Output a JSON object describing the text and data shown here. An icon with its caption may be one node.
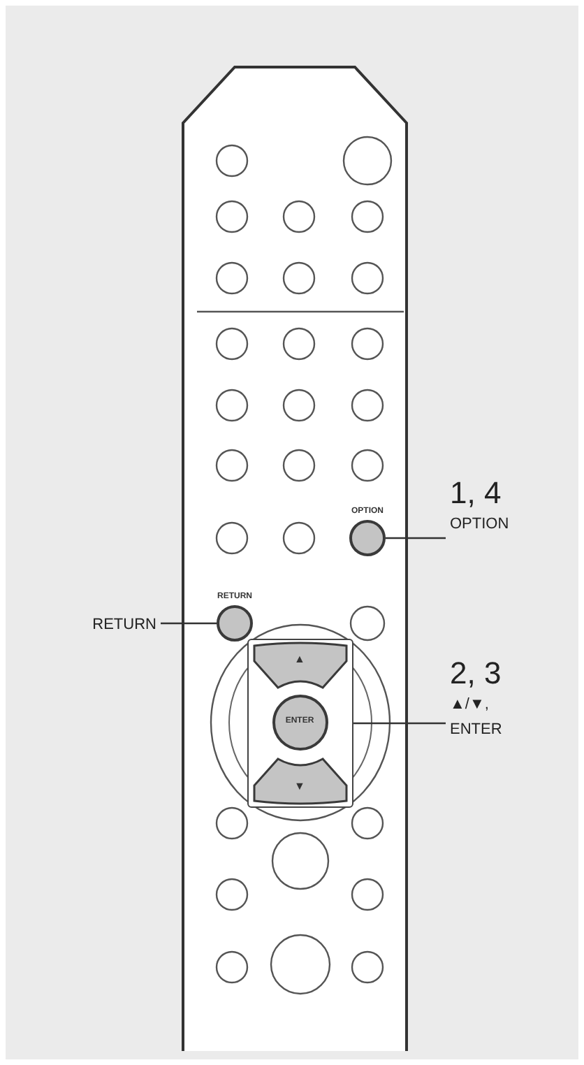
{
  "diagram": {
    "nodes": [
      {
        "text": [
          "1, 4",
          "OPTION"
        ]
      },
      {
        "text": [
          "OPTION"
        ]
      },
      {
        "text": [
          "RETURN"
        ]
      },
      {
        "text": [
          "RETURN"
        ]
      },
      {
        "text": [
          "2, 3",
          "▲/▼, ENTER"
        ]
      },
      {
        "text": [],
        "shape": "box"
      },
      {
        "text": [
          "▲"
        ],
        "in": 5
      },
      {
        "text": [
          "ENTER"
        ],
        "in": 5
      },
      {
        "text": [
          "▼"
        ],
        "in": 5
      }
    ],
    "edges": [
      {
        "from": 0,
        "to": 1,
        "arrow": "none"
      },
      {
        "from": 2,
        "to": 3,
        "arrow": "none"
      },
      {
        "from": 4,
        "to": 5,
        "arrow": "none"
      }
    ]
  }
}
